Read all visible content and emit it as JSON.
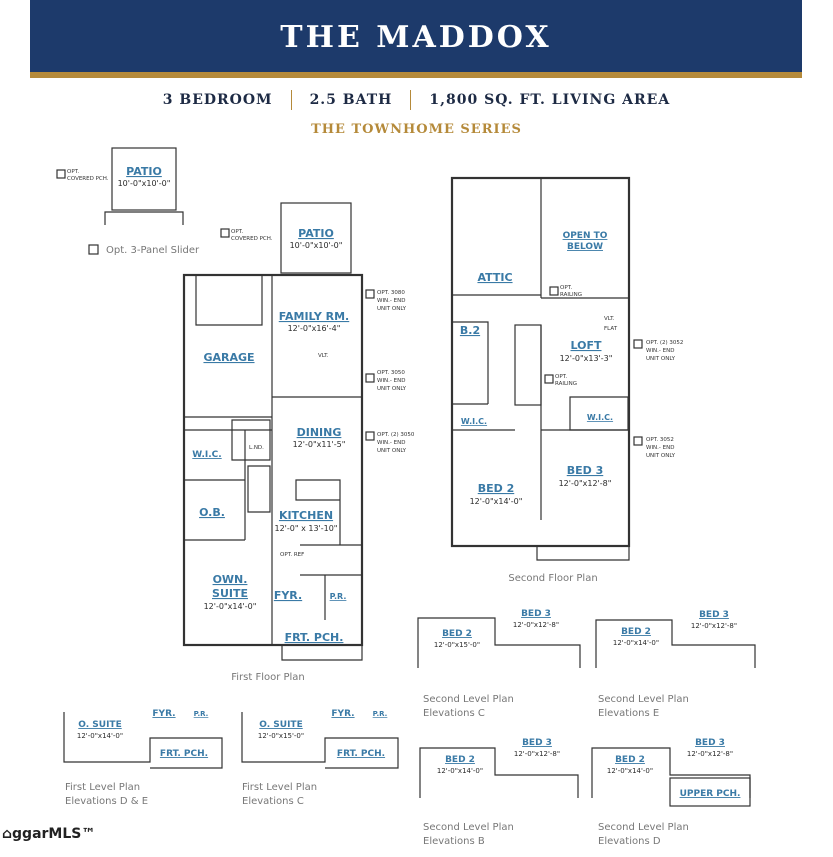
{
  "header": {
    "title": "THE MADDOX",
    "bedrooms": "3 BEDROOM",
    "baths": "2.5 BATH",
    "area": "1,800 SQ. FT. LIVING AREA",
    "series": "THE TOWNHOME SERIES"
  },
  "first_floor": {
    "caption": "First Floor Plan",
    "rooms": {
      "patio": {
        "name": "PATIO",
        "dim": "10'-0\"x10'-0\""
      },
      "family": {
        "name": "FAMILY RM.",
        "dim": "12'-0\"x16'-4\""
      },
      "garage": {
        "name": "GARAGE"
      },
      "dining": {
        "name": "DINING",
        "dim": "12'-0\"x11'-5\""
      },
      "wic": {
        "name": "W.I.C."
      },
      "ob": {
        "name": "O.B."
      },
      "kitchen": {
        "name": "KITCHEN",
        "dim": "12'-0\" x 13'-10\""
      },
      "own_suite_1": {
        "name": "OWN."
      },
      "own_suite_2": {
        "name": "SUITE",
        "dim": "12'-0\"x14'-0\""
      },
      "fyr": {
        "name": "FYR."
      },
      "pr": {
        "name": "P.R."
      },
      "frt_pch": {
        "name": "FRT. PCH."
      }
    },
    "notes": {
      "opt_covered_1": "OPT.",
      "opt_covered_2": "COVERED PCH.",
      "opt_3050_a1": "OPT. 3080",
      "opt_3050_a2": "WIN.- END",
      "opt_3050_a3": "UNIT ONLY",
      "opt_3050_b1": "OPT. 3050",
      "opt_3050_b2": "WIN.- END",
      "opt_3050_b3": "UNIT ONLY",
      "opt_3050_c1": "OPT. (2) 3050",
      "opt_3050_c2": "WIN.- END",
      "opt_3050_c3": "UNIT ONLY",
      "vlt": "VLT.",
      "lnd": "L.ND.",
      "opt_ref": "OPT. REF"
    },
    "alt_patio": {
      "name": "PATIO",
      "dim": "10'-0\"x10'-0\"",
      "note1": "OPT.",
      "note2": "COVERED PCH.",
      "slider": "Opt. 3-Panel Slider"
    }
  },
  "second_floor": {
    "caption": "Second Floor Plan",
    "rooms": {
      "attic": {
        "name": "ATTIC"
      },
      "open_1": {
        "name": "OPEN TO"
      },
      "open_2": {
        "name": "BELOW"
      },
      "b2": {
        "name": "B.2"
      },
      "loft": {
        "name": "LOFT",
        "dim": "12'-0\"x13'-3\""
      },
      "wic_a": {
        "name": "W.I.C."
      },
      "wic_b": {
        "name": "W.I.C."
      },
      "bed2": {
        "name": "BED 2",
        "dim": "12'-0\"x14'-0\""
      },
      "bed3": {
        "name": "BED 3",
        "dim": "12'-0\"x12'-8\""
      }
    },
    "notes": {
      "opt_railing_a1": "OPT.",
      "opt_railing_a2": "RAILING",
      "opt_railing_b1": "OPT.",
      "opt_railing_b2": "RAILING",
      "vlt": "VLT.",
      "flat": "FLAT",
      "opt_3052_a1": "OPT. (2) 3052",
      "opt_3052_a2": "WIN.- END",
      "opt_3052_a3": "UNIT ONLY",
      "opt_3052_b1": "OPT. 3052",
      "opt_3052_b2": "WIN.- END",
      "opt_3052_b3": "UNIT ONLY"
    }
  },
  "elevations": {
    "second_c": {
      "bed2": "BED 2",
      "bed2_dim": "12'-0\"x15'-0\"",
      "bed3": "BED 3",
      "bed3_dim": "12'-0\"x12'-8\"",
      "cap1": "Second Level Plan",
      "cap2": "Elevations C"
    },
    "second_e": {
      "bed2": "BED 2",
      "bed2_dim": "12'-0\"x14'-0\"",
      "bed3": "BED 3",
      "bed3_dim": "12'-0\"x12'-8\"",
      "cap1": "Second Level Plan",
      "cap2": "Elevations E"
    },
    "second_b": {
      "bed2": "BED 2",
      "bed2_dim": "12'-0\"x14'-0\"",
      "bed3": "BED 3",
      "bed3_dim": "12'-0\"x12'-8\"",
      "cap1": "Second Level Plan",
      "cap2": "Elevations B"
    },
    "second_d": {
      "bed2": "BED 2",
      "bed2_dim": "12'-0\"x14'-0\"",
      "bed3": "BED 3",
      "bed3_dim": "12'-0\"x12'-8\"",
      "upper": "UPPER PCH.",
      "cap1": "Second Level Plan",
      "cap2": "Elevations D"
    },
    "first_de": {
      "suite": "O. SUITE",
      "suite_dim": "12'-0\"x14'-0\"",
      "fyr": "FYR.",
      "pr": "P.R.",
      "frt": "FRT. PCH.",
      "cap1": "First Level Plan",
      "cap2": "Elevations D & E"
    },
    "first_c": {
      "suite": "O. SUITE",
      "suite_dim": "12'-0\"x15'-0\"",
      "fyr": "FYR.",
      "pr": "P.R.",
      "frt": "FRT. PCH.",
      "cap1": "First Level Plan",
      "cap2": "Elevations C"
    }
  },
  "watermark": {
    "text": "ggarMLS™"
  },
  "colors": {
    "banner": "#1d3a6b",
    "gold": "#b58a3a",
    "room_label": "#3a7aa6"
  }
}
